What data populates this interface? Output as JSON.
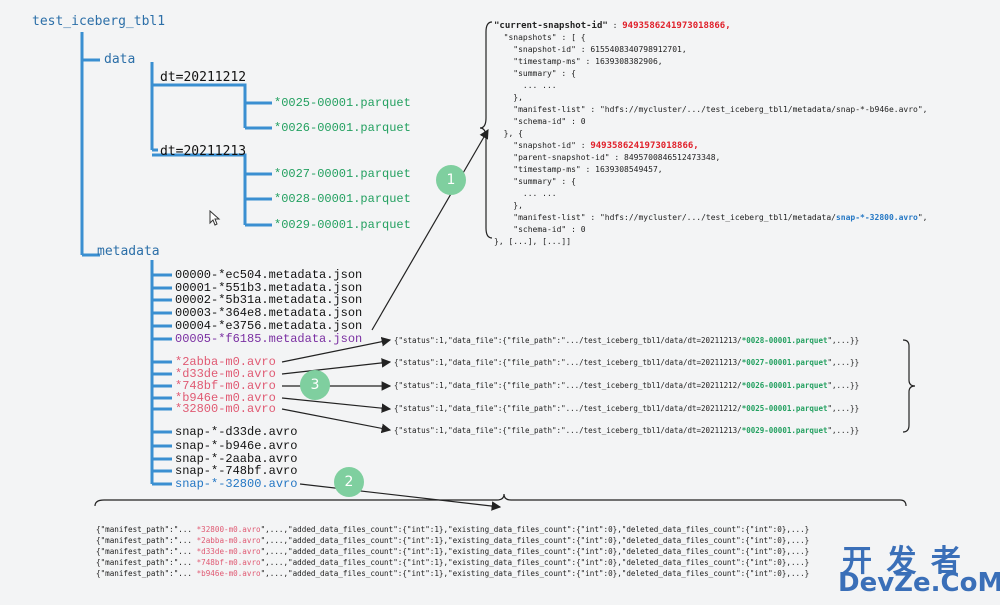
{
  "tree": {
    "root": "test_iceberg_tbl1",
    "data_dir": "data",
    "metadata_dir": "metadata",
    "partitions": [
      {
        "label": "dt=20211212",
        "files": [
          "*0025-00001.parquet",
          "*0026-00001.parquet"
        ]
      },
      {
        "label": "dt=20211213",
        "files": [
          "*0027-00001.parquet",
          "*0028-00001.parquet",
          "*0029-00001.parquet"
        ]
      }
    ],
    "metadata_json": [
      "00000-*ec504.metadata.json",
      "00001-*551b3.metadata.json",
      "00002-*5b31a.metadata.json",
      "00003-*364e8.metadata.json",
      "00004-*e3756.metadata.json"
    ],
    "current_metadata_json": "00005-*f6185.metadata.json",
    "manifest_files": [
      "*2abba-m0.avro",
      "*d33de-m0.avro",
      "*748bf-m0.avro",
      "*b946e-m0.avro",
      "*32800-m0.avro"
    ],
    "snapshot_files": [
      "snap-*-d33de.avro",
      "snap-*-b946e.avro",
      "snap-*-2aaba.avro",
      "snap-*-748bf.avro"
    ],
    "current_snapshot_file": "snap-*-32800.avro"
  },
  "bubbles": {
    "one": "1",
    "two": "2",
    "three": "3"
  },
  "metadata_json_content": {
    "key_current": "\"current-snapshot-id\"",
    "current_id": "9493586241973018866",
    "line_snapshots": "\"snapshots\" : [ {",
    "line_snap_id_1": "\"snapshot-id\" : 6155408340798912701,",
    "line_ts_1": "\"timestamp-ms\" : 1639308382906,",
    "line_summary_1": "\"summary\" : {",
    "line_ellipsis_1": "... ...",
    "line_close_1": "},",
    "line_manifest_1": "\"manifest-list\" : \"hdfs://mycluster/.../test_iceberg_tbl1/metadata/snap-*-b946e.avro\",",
    "line_schema_1": "\"schema-id\" : 0",
    "line_next": "}, {",
    "key_snap_id_2": "\"snapshot-id\" :",
    "snap_id_2": "9493586241973018866,",
    "line_parent": "\"parent-snapshot-id\" : 8495700846512473348,",
    "line_ts_2": "\"timestamp-ms\" : 1639308549457,",
    "line_summary_2": "\"summary\" : {",
    "line_ellipsis_2": "... ...",
    "line_close_2": "},",
    "line_manifest_2_prefix": "\"manifest-list\" : \"hdfs://mycluster/.../test_iceberg_tbl1/metadata/",
    "line_manifest_2_hl": "snap-*-32800.avro",
    "line_manifest_2_suffix": "\",",
    "line_schema_2": "\"schema-id\" : 0",
    "line_end": "}, [...], [...]]"
  },
  "manifest_entries": [
    {
      "prefix": "{\"status\":1,\"data_file\":{\"file_path\":\".../test_iceberg_tbl1/data/dt=20211213/",
      "file": "*0028-00001.parquet",
      "suffix": "\",...}}"
    },
    {
      "prefix": "{\"status\":1,\"data_file\":{\"file_path\":\".../test_iceberg_tbl1/data/dt=20211213/",
      "file": "*0027-00001.parquet",
      "suffix": "\",...}}"
    },
    {
      "prefix": "{\"status\":1,\"data_file\":{\"file_path\":\".../test_iceberg_tbl1/data/dt=20211212/",
      "file": "*0026-00001.parquet",
      "suffix": "\",...}}"
    },
    {
      "prefix": "{\"status\":1,\"data_file\":{\"file_path\":\".../test_iceberg_tbl1/data/dt=20211212/",
      "file": "*0025-00001.parquet",
      "suffix": "\",...}}"
    },
    {
      "prefix": "{\"status\":1,\"data_file\":{\"file_path\":\".../test_iceberg_tbl1/data/dt=20211213/",
      "file": "*0029-00001.parquet",
      "suffix": "\",...}}"
    }
  ],
  "manifest_list_entries": [
    {
      "prefix": "{\"manifest_path\":\"... ",
      "file": "*32800-m0.avro",
      "suffix": "\",...,\"added_data_files_count\":{\"int\":1},\"existing_data_files_count\":{\"int\":0},\"deleted_data_files_count\":{\"int\":0},...}"
    },
    {
      "prefix": "{\"manifest_path\":\"... ",
      "file": "*2abba-m0.avro",
      "suffix": "\",...,\"added_data_files_count\":{\"int\":1},\"existing_data_files_count\":{\"int\":0},\"deleted_data_files_count\":{\"int\":0},...}"
    },
    {
      "prefix": "{\"manifest_path\":\"... ",
      "file": "*d33de-m0.avro",
      "suffix": "\",...,\"added_data_files_count\":{\"int\":1},\"existing_data_files_count\":{\"int\":0},\"deleted_data_files_count\":{\"int\":0},...}"
    },
    {
      "prefix": "{\"manifest_path\":\"... ",
      "file": "*748bf-m0.avro",
      "suffix": "\",...,\"added_data_files_count\":{\"int\":1},\"existing_data_files_count\":{\"int\":0},\"deleted_data_files_count\":{\"int\":0},...}"
    },
    {
      "prefix": "{\"manifest_path\":\"... ",
      "file": "*b946e-m0.avro",
      "suffix": "\",...,\"added_data_files_count\":{\"int\":1},\"existing_data_files_count\":{\"int\":0},\"deleted_data_files_count\":{\"int\":0},...}"
    }
  ],
  "watermark": {
    "cn": "开 发 者",
    "en": "DevZe.CoM"
  },
  "colors": {
    "tree_line": "#3a8fd1",
    "bubble": "#7fcf9f",
    "highlight_red": "#e0202a",
    "green": "#23a060",
    "pink": "#e05a73",
    "purple": "#7a2fa2"
  }
}
